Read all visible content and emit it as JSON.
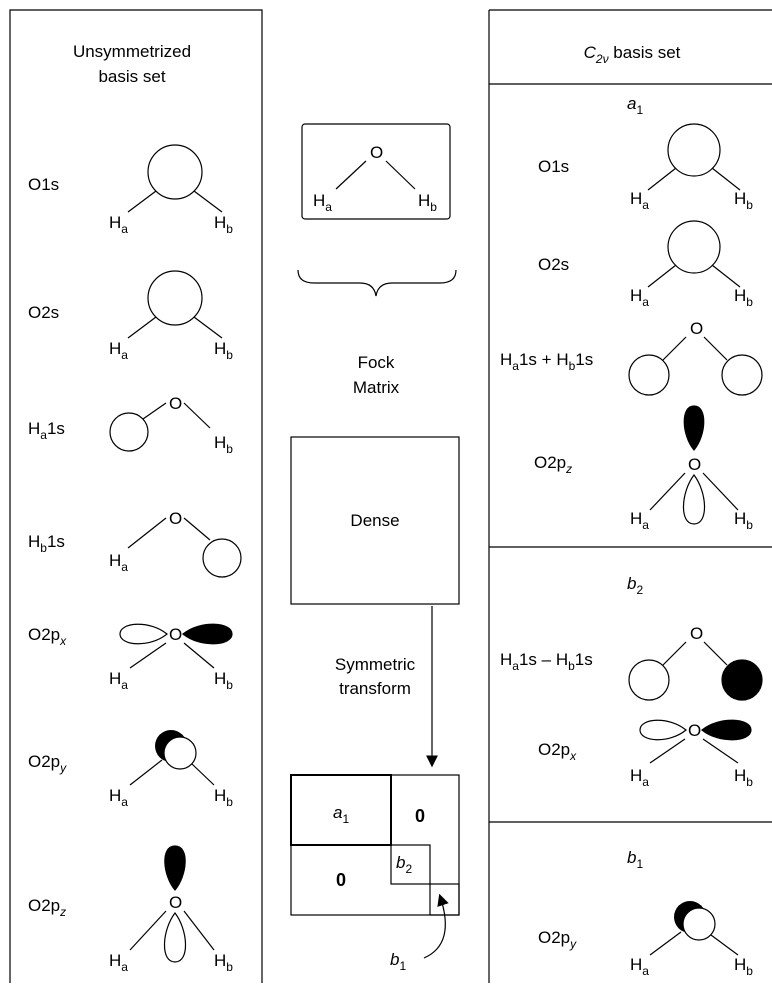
{
  "left_panel": {
    "header_line1": "Unsymmetrized",
    "header_line2": "basis set",
    "rows": [
      {
        "label": "O1s"
      },
      {
        "label": "O2s"
      },
      {
        "label_main": "H",
        "label_sub": "a",
        "label_tail": "1s"
      },
      {
        "label_main": "H",
        "label_sub": "b",
        "label_tail": "1s"
      },
      {
        "label_main": "O2p",
        "label_sub": "x"
      },
      {
        "label_main": "O2p",
        "label_sub": "y"
      },
      {
        "label_main": "O2p",
        "label_sub": "z"
      }
    ]
  },
  "atoms": {
    "O": "O",
    "H": "H",
    "sub_a": "a",
    "sub_b": "b"
  },
  "middle": {
    "fock_line1": "Fock",
    "fock_line2": "Matrix",
    "dense": "Dense",
    "transform_line1": "Symmetric",
    "transform_line2": "transform",
    "block_a1": "a",
    "block_a1_sub": "1",
    "block_b2": "b",
    "block_b2_sub": "2",
    "block_b1": "b",
    "block_b1_sub": "1",
    "zero": "0"
  },
  "right_panel": {
    "header_main": "C",
    "header_sub": "2ν",
    "header_tail": " basis set",
    "sections": [
      {
        "sym": "a",
        "sym_sub": "1"
      },
      {
        "sym": "b",
        "sym_sub": "2"
      },
      {
        "sym": "b",
        "sym_sub": "1"
      }
    ],
    "rows": [
      {
        "label": "O1s"
      },
      {
        "label": "O2s"
      },
      {
        "label_a_main": "H",
        "label_a_sub": "a",
        "label_a_tail": "1s + ",
        "label_b_main": "H",
        "label_b_sub": "b",
        "label_b_tail": "1s"
      },
      {
        "label_main": "O2p",
        "label_sub": "z"
      },
      {
        "label_a_main": "H",
        "label_a_sub": "a",
        "label_a_tail": "1s – ",
        "label_b_main": "H",
        "label_b_sub": "b",
        "label_b_tail": "1s"
      },
      {
        "label_main": "O2p",
        "label_sub": "x"
      },
      {
        "label_main": "O2p",
        "label_sub": "y"
      }
    ]
  }
}
